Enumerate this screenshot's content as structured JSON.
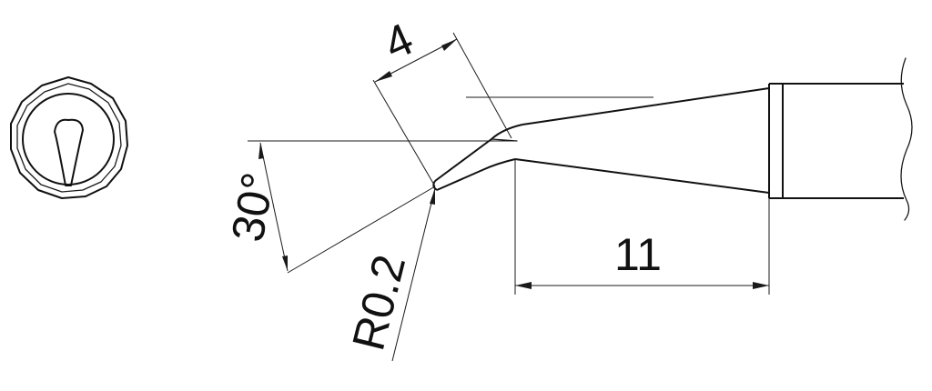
{
  "drawing": {
    "dimension_width": "4",
    "dimension_length": "11",
    "dimension_angle": "30°",
    "dimension_radius": "R0.2"
  },
  "colors": {
    "line": "#1a1a1a",
    "background": "#ffffff"
  }
}
